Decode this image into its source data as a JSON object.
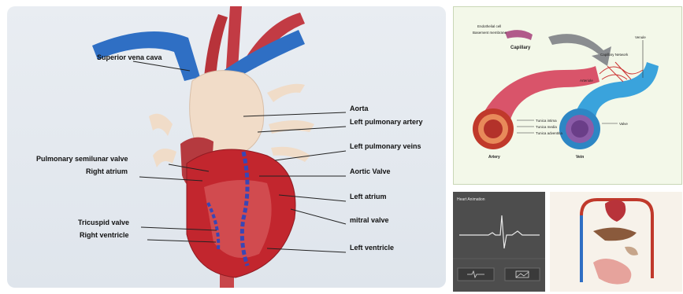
{
  "heart": {
    "labels": {
      "superior_vena_cava": "Superior vena cava",
      "aorta": "Aorta",
      "left_pulmonary_artery": "Left pulmonary artery",
      "left_pulmonary_veins": "Left pulmonary veins",
      "pulmonary_semilunar_valve": "Pulmonary semilunar valve",
      "right_atrium": "Right atrium",
      "aortic_valve": "Aortic Valve",
      "left_atrium": "Left atrium",
      "tricuspid_valve": "Tricuspid valve",
      "mitral_valve": "mitral valve",
      "right_ventricle": "Right ventricle",
      "left_ventricle": "Left ventricle"
    }
  },
  "vessels": {
    "labels": {
      "endothelial_cell": "Endothelial cell",
      "basement_membrane": "Basement membrane",
      "capillary": "Capillary",
      "venule": "Venule",
      "capillary_network": "Capillary Network",
      "arteriole": "Arteriole",
      "tunica_intima": "Tunica intima",
      "tunica_media": "Tunica media",
      "tunica_adventitia": "Tunica adventitia",
      "valve": "Valve",
      "artery": "Artery",
      "vein": "Vein"
    }
  },
  "ecg": {
    "title": "Heart Animation"
  },
  "colors": {
    "vein_blue": "#2f6fc4",
    "artery_red": "#b8333a",
    "heart_muscle": "#c2262e",
    "tissue": "#f1dcc8"
  }
}
